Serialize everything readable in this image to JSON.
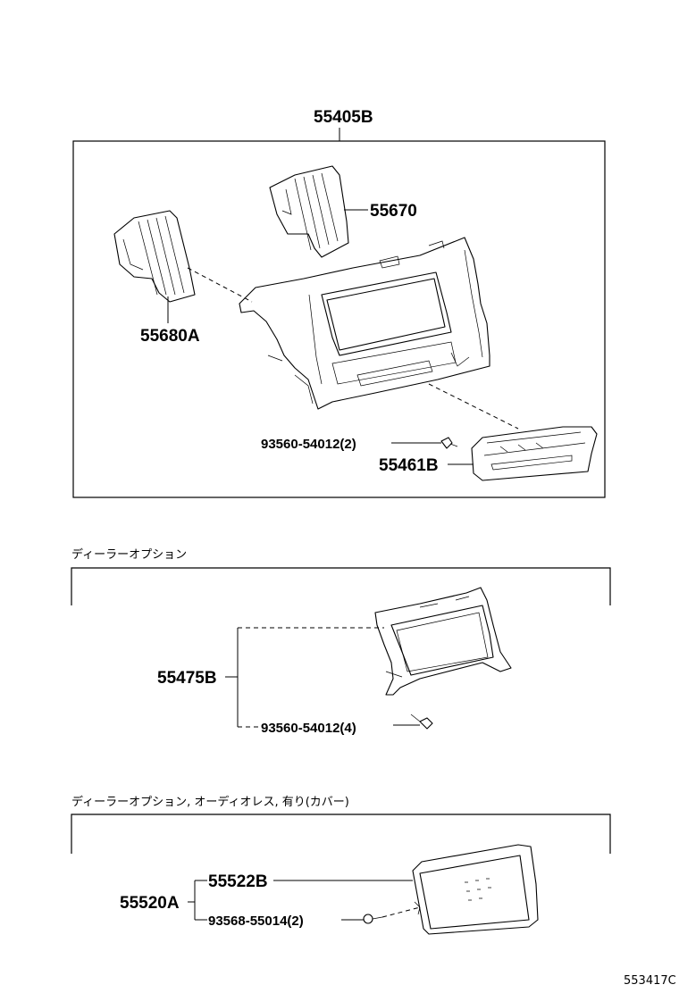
{
  "section_top": {
    "assembly_label": "55405B",
    "parts": {
      "vent_right": "55670",
      "vent_left": "55680A",
      "screw": "93560-54012(2)",
      "lower_panel": "55461B"
    }
  },
  "section_dealer_option": {
    "caption": "ディーラーオプション",
    "assembly_label": "55475B",
    "screw": "93560-54012(4)"
  },
  "section_dealer_option_audioless": {
    "caption": "ディーラーオプション, オーディオレス, 有り(カバー)",
    "assembly_label": "55520A",
    "cover": "55522B",
    "screw": "93568-55014(2)"
  },
  "figure_number": "553417C"
}
